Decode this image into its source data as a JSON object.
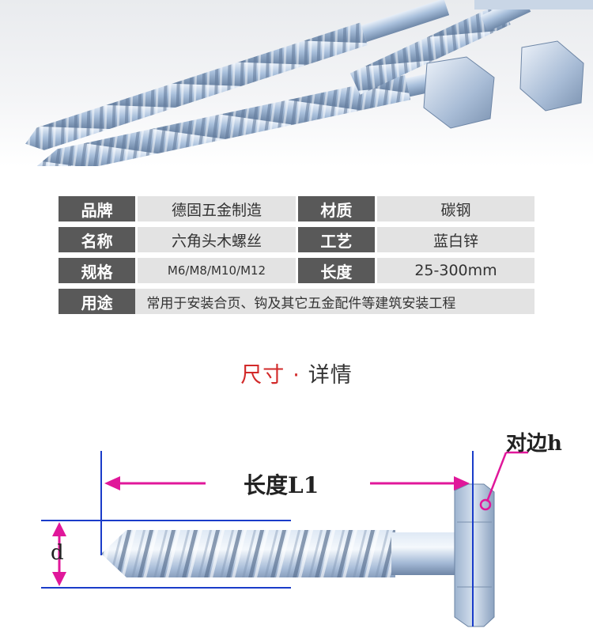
{
  "specs": {
    "rows": [
      {
        "k1": "品牌",
        "v1": "德固五金制造",
        "k2": "材质",
        "v2": "碳钢"
      },
      {
        "k1": "名称",
        "v1": "六角头木螺丝",
        "k2": "工艺",
        "v2": "蓝白锌"
      },
      {
        "k1": "规格",
        "v1": "M6/M8/M10/M12",
        "k2": "长度",
        "v2": "25-300mm"
      }
    ],
    "usage_key": "用途",
    "usage_value": "常用于安装合页、钩及其它五金配件等建筑安装工程"
  },
  "section_title": {
    "red": "尺寸",
    "dot": "·",
    "black": "详情"
  },
  "diagram": {
    "length_label": "长度L1",
    "diameter_label": "d",
    "across_flats_label": "对边h",
    "colors": {
      "arrow": "#e0179a",
      "guide": "#1a3cc9",
      "zinc": "#b9cde6"
    }
  }
}
